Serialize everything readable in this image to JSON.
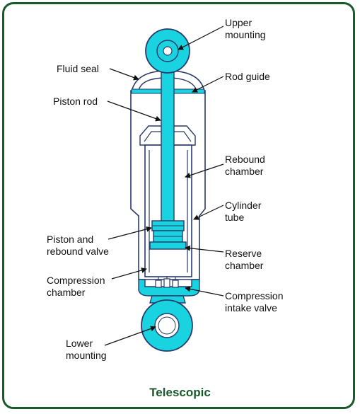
{
  "colors": {
    "border": "#1a5a2a",
    "fluid": "#19d3e0",
    "outline": "#2a3a6a",
    "caption": "#1a5a2a"
  },
  "labels": {
    "upper_mounting": [
      "Upper",
      "mounting"
    ],
    "fluid_seal": "Fluid seal",
    "rod_guide": "Rod guide",
    "piston_rod": "Piston rod",
    "rebound_chamber": [
      "Rebound",
      "chamber"
    ],
    "cylinder_tube": [
      "Cylinder",
      "tube"
    ],
    "piston_rebound_valve": [
      "Piston and",
      "rebound valve"
    ],
    "reserve_chamber": [
      "Reserve",
      "chamber"
    ],
    "compression_chamber": [
      "Compression",
      "chamber"
    ],
    "compression_intake_valve": [
      "Compression",
      "intake valve"
    ],
    "lower_mounting": [
      "Lower",
      "mounting"
    ]
  },
  "caption": "Telescopic"
}
